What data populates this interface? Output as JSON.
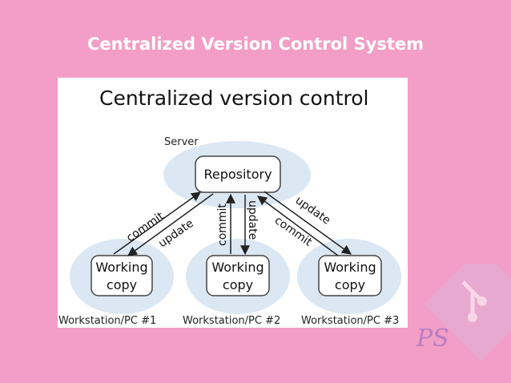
{
  "slide": {
    "title": "Centralized Version Control System"
  },
  "diagram": {
    "title": "Centralized version control",
    "server_label": "Server",
    "repository_label": "Repository",
    "working_copy_line1": "Working",
    "working_copy_line2": "copy",
    "workstations": [
      "Workstation/PC #1",
      "Workstation/PC #2",
      "Workstation/PC #3"
    ],
    "arrows": {
      "left_commit": "commit",
      "left_update": "update",
      "mid_commit": "commit",
      "mid_update": "update",
      "right_update": "update",
      "right_commit": "commit"
    }
  },
  "colors": {
    "background": "#f29ec6",
    "ellipse": "#dbe7f3",
    "logo": "#e7a9cf"
  },
  "logo": {
    "text": "PS"
  }
}
